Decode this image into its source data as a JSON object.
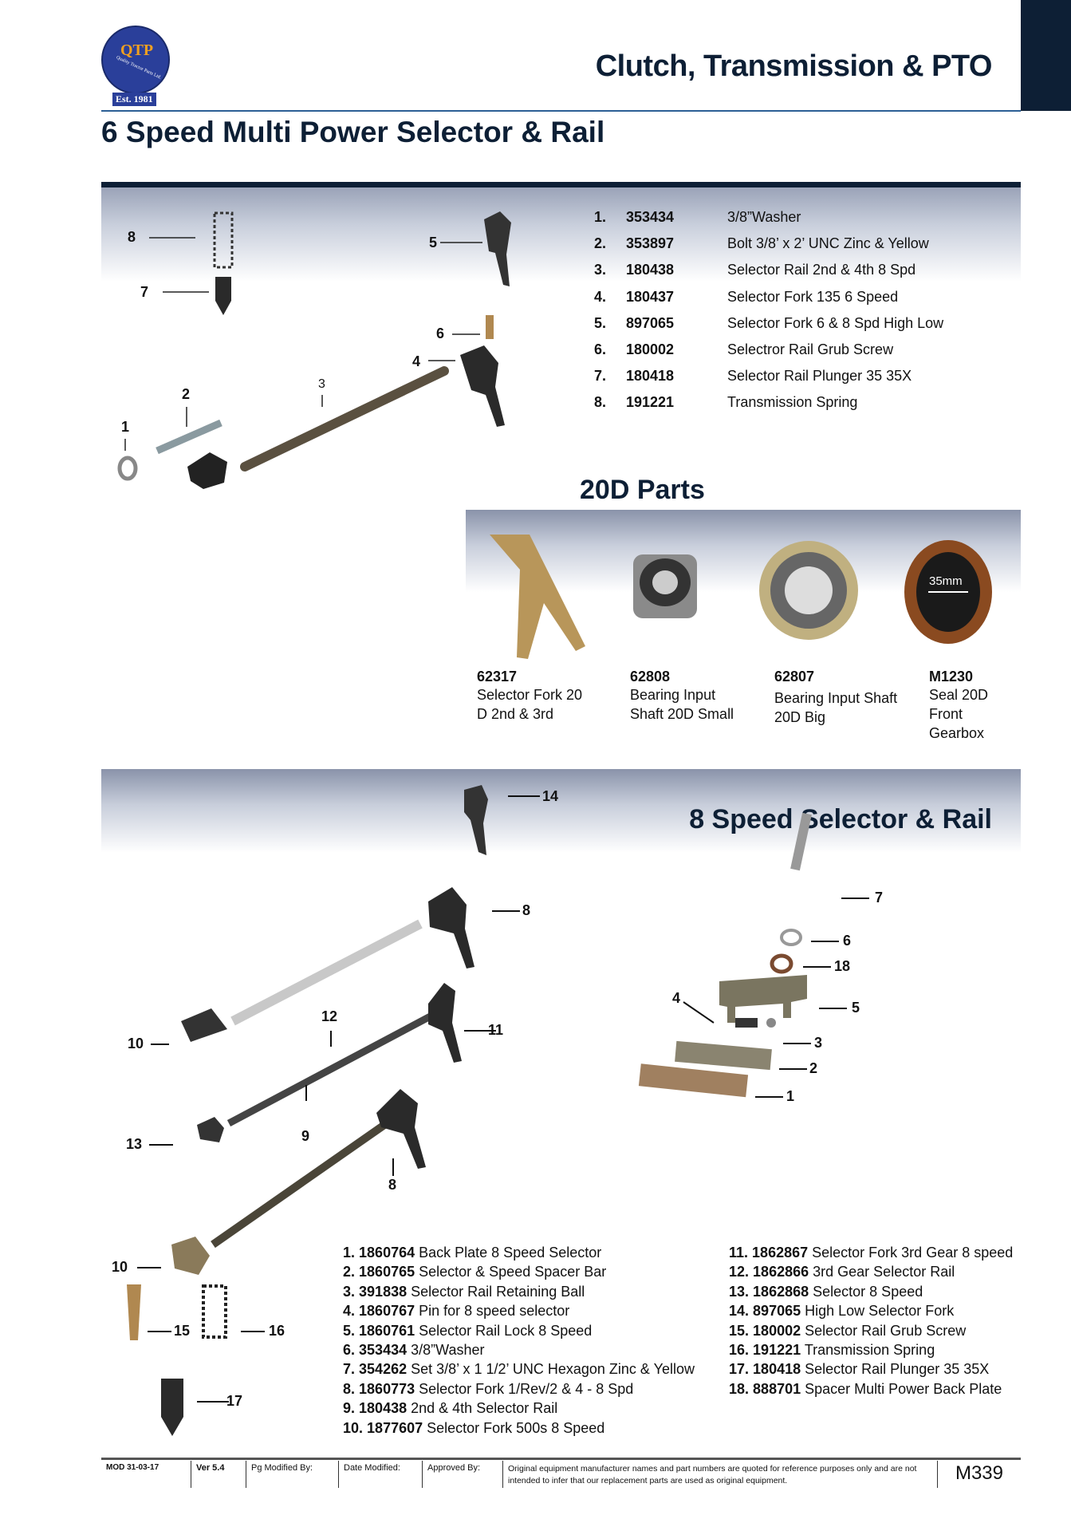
{
  "header": {
    "title": "Clutch, Transmission & PTO",
    "logo_text": "QTP",
    "logo_subtext": "Quality Tractor Parts Ltd.",
    "logo_est": "Est. 1981"
  },
  "page_title": "6 Speed Multi Power Selector & Rail",
  "section1": {
    "parts": [
      {
        "n": "1.",
        "code": "353434",
        "desc": "3/8”Washer"
      },
      {
        "n": "2.",
        "code": "353897",
        "desc": "Bolt 3/8’ x 2’ UNC Zinc & Yellow"
      },
      {
        "n": "3.",
        "code": "180438",
        "desc": "Selector Rail 2nd & 4th 8 Spd"
      },
      {
        "n": "4.",
        "code": "180437",
        "desc": "Selector Fork 135 6 Speed"
      },
      {
        "n": "5.",
        "code": "897065",
        "desc": "Selector Fork 6 & 8 Spd High Low"
      },
      {
        "n": "6.",
        "code": "180002",
        "desc": "Selectror Rail Grub Screw"
      },
      {
        "n": "7.",
        "code": "180418",
        "desc": "Selector Rail Plunger 35 35X"
      },
      {
        "n": "8.",
        "code": "191221",
        "desc": "Transmission Spring"
      }
    ],
    "callouts": [
      "8",
      "7",
      "5",
      "6",
      "4",
      "3",
      "2",
      "1"
    ]
  },
  "section2": {
    "title": "20D Parts",
    "items": [
      {
        "code": "62317",
        "desc1": "Selector Fork  20",
        "desc2": "D 2nd & 3rd",
        "desc3": ""
      },
      {
        "code": "62808",
        "desc1": "Bearing Input",
        "desc2": "Shaft 20D Small",
        "desc3": ""
      },
      {
        "code": "62807",
        "desc1": "Bearing Input Shaft",
        "desc2": "20D Big",
        "desc3": ""
      },
      {
        "code": "M1230",
        "desc1": "Seal 20D",
        "desc2": "Front",
        "desc3": "Gearbox"
      }
    ],
    "seal_dimension": "35mm"
  },
  "section3": {
    "title": "8 Speed Selector & Rail",
    "callouts": [
      "14",
      "8",
      "12",
      "11",
      "10",
      "9",
      "13",
      "8",
      "10",
      "15",
      "16",
      "17",
      "7",
      "6",
      "18",
      "5",
      "4",
      "3",
      "2",
      "1"
    ],
    "parts_left": [
      {
        "n": "1.",
        "code": "1860764",
        "desc": "Back Plate 8 Speed Selector"
      },
      {
        "n": "2.",
        "code": "1860765",
        "desc": "Selector & Speed Spacer Bar"
      },
      {
        "n": "3.",
        "code": "391838",
        "desc": "Selector Rail Retaining Ball"
      },
      {
        "n": "4.",
        "code": "1860767",
        "desc": "Pin for 8 speed selector"
      },
      {
        "n": "5.",
        "code": "1860761",
        "desc": "Selector Rail Lock 8 Speed"
      },
      {
        "n": "6.",
        "code": "353434",
        "desc": "3/8”Washer"
      },
      {
        "n": "7.",
        "code": "354262",
        "desc": "Set 3/8’ x 1 1/2’ UNC Hexagon Zinc & Yellow"
      },
      {
        "n": "8.",
        "code": "1860773",
        "desc": "Selector Fork 1/Rev/2 & 4 - 8 Spd"
      },
      {
        "n": "9.",
        "code": "180438",
        "desc": "2nd & 4th Selector Rail"
      },
      {
        "n": "10.",
        "code": "1877607",
        "desc": "Selector Fork 500s 8 Speed"
      }
    ],
    "parts_right": [
      {
        "n": "11.",
        "code": "1862867",
        "desc": "Selector Fork 3rd Gear 8 speed"
      },
      {
        "n": "12.",
        "code": "1862866",
        "desc": "3rd Gear Selector Rail"
      },
      {
        "n": "13.",
        "code": "1862868",
        "desc": "Selector 8 Speed"
      },
      {
        "n": "14.",
        "code": "897065",
        "desc": "High Low Selector Fork"
      },
      {
        "n": "15.",
        "code": "180002",
        "desc": "Selector Rail Grub Screw"
      },
      {
        "n": "16.",
        "code": "191221",
        "desc": "Transmission Spring"
      },
      {
        "n": "17.",
        "code": "180418",
        "desc": "Selector Rail Plunger 35 35X"
      },
      {
        "n": "18.",
        "code": "888701",
        "desc": "Spacer Multi Power Back Plate"
      }
    ]
  },
  "footer": {
    "mod": "MOD 31-03-17",
    "ver": "Ver 5.4",
    "pg_modified": "Pg Modified By:",
    "date_modified": "Date Modified:",
    "approved": "Approved By:",
    "disclaimer": "Original equipment manufacturer names and part numbers are quoted for reference purposes only and are not intended to infer that our replacement parts are used as original equipment.",
    "page": "M339"
  },
  "colors": {
    "navy": "#0d1f35",
    "blue": "#2c5f95",
    "logo_blue": "#2a3f9a",
    "logo_gold": "#f0a020"
  }
}
